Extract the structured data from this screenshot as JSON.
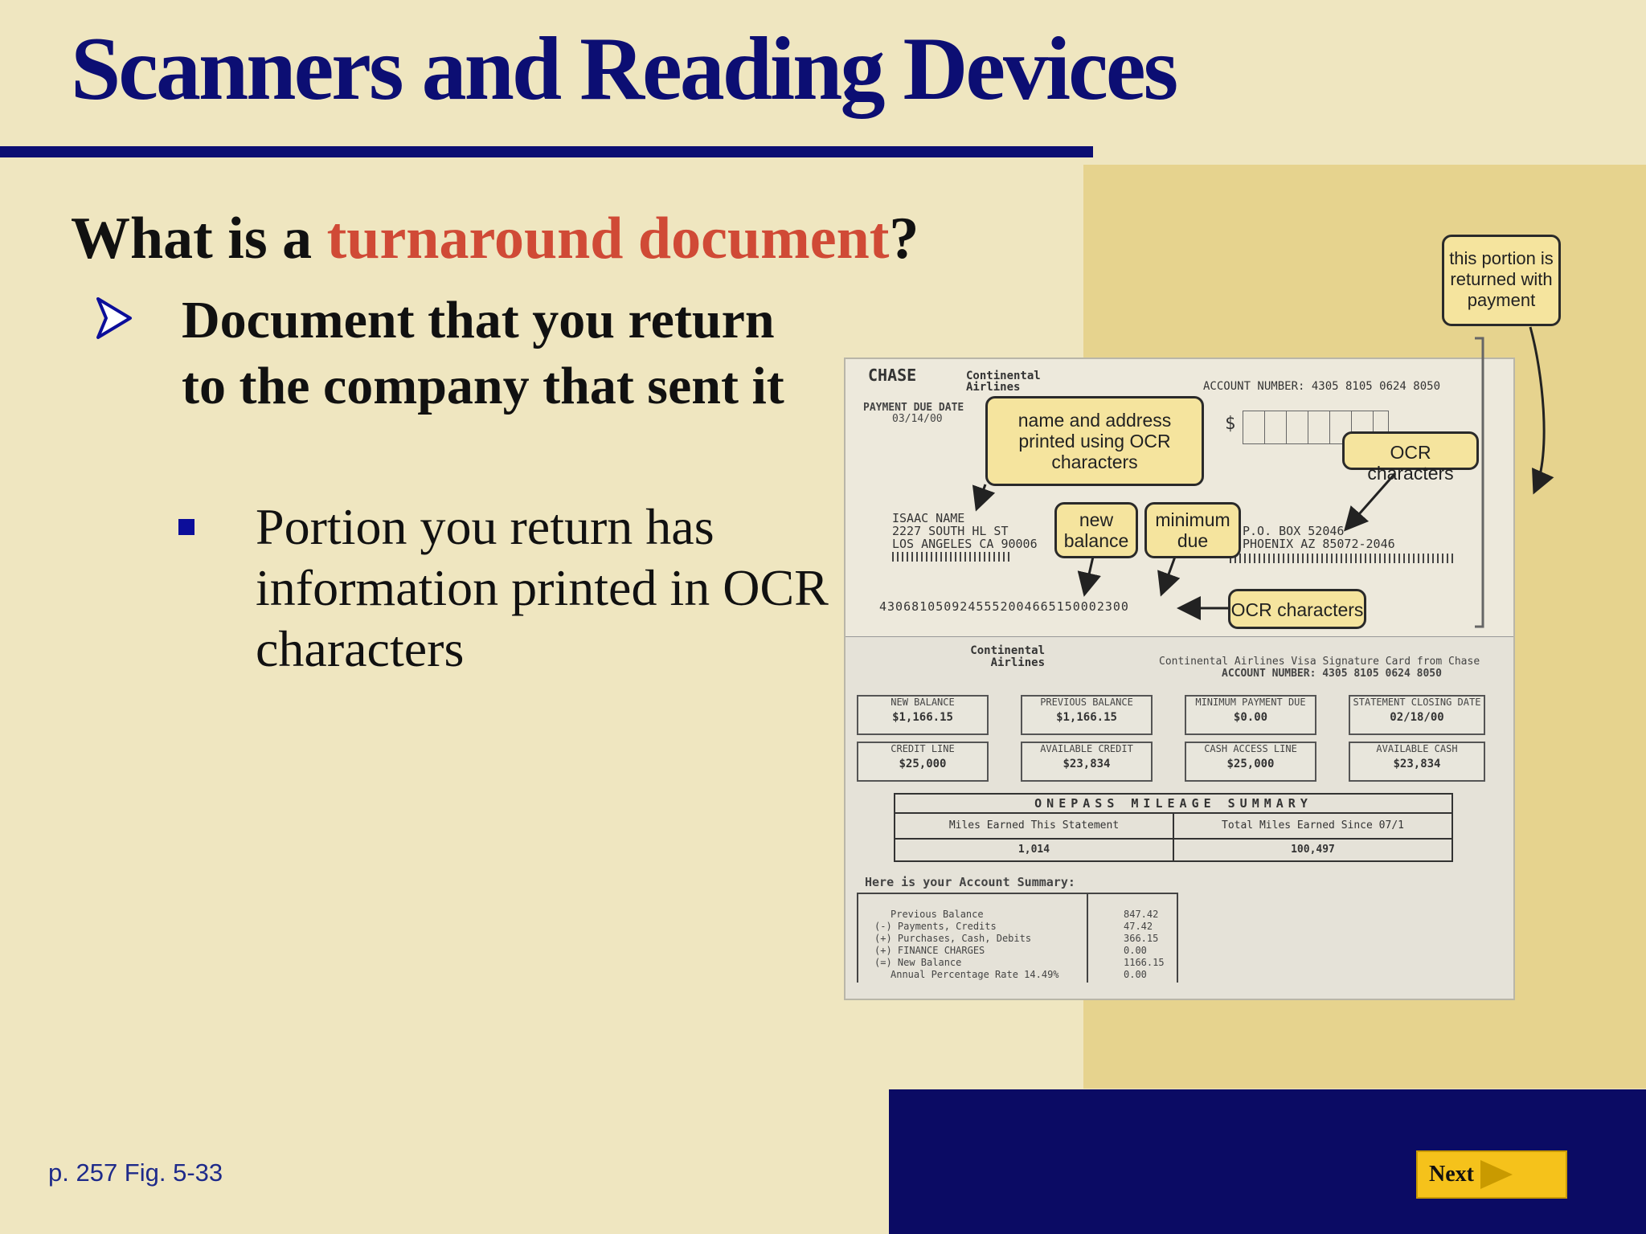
{
  "slide": {
    "title": "Scanners and Reading Devices",
    "question": {
      "prefix": "What is a ",
      "highlight": "turnaround document",
      "suffix": "?"
    },
    "bullet1": "Document that you return to the company that sent it",
    "bullet2": "Portion you return has information printed in OCR characters",
    "caption": "p. 257 Fig. 5-33",
    "next_label": "Next"
  },
  "figure": {
    "callouts": {
      "returned": "this portion is returned with payment",
      "name_address": "name and address printed using OCR characters",
      "ocr_top": "OCR characters",
      "new_balance": "new balance",
      "minimum_due": "minimum due",
      "ocr_bottom": "OCR characters"
    },
    "statement": {
      "bank": "CHASE",
      "airline": "Continental Airlines",
      "account_number": "ACCOUNT NUMBER: 4305 8105 0624 8050",
      "payment_due_label": "PAYMENT DUE DATE",
      "payment_due_date": "03/14/00",
      "dollar_sign": "$",
      "address_line1": "ISAAC NAME",
      "address_line2": "2227 SOUTH HL ST",
      "address_line3": "LOS ANGELES CA 90006",
      "remit_line1": "P.O. BOX 52046",
      "remit_line2": "PHOENIX AZ 85072-2046",
      "ocr_line": "4306810509245552004665150002300",
      "lower_header": "Continental Airlines Visa Signature Card from Chase",
      "lower_account": "ACCOUNT NUMBER: 4305 8105 0624 8050",
      "boxes": [
        {
          "label": "NEW BALANCE",
          "value": "$1,166.15"
        },
        {
          "label": "PREVIOUS BALANCE",
          "value": "$1,166.15"
        },
        {
          "label": "MINIMUM PAYMENT DUE",
          "value": "$0.00"
        },
        {
          "label": "STATEMENT CLOSING DATE",
          "value": "02/18/00"
        },
        {
          "label": "CREDIT LINE",
          "value": "$25,000"
        },
        {
          "label": "AVAILABLE CREDIT",
          "value": "$23,834"
        },
        {
          "label": "CASH ACCESS LINE",
          "value": "$25,000"
        },
        {
          "label": "AVAILABLE CASH",
          "value": "$23,834"
        }
      ],
      "mileage_title": "ONEPASS MILEAGE SUMMARY",
      "mileage_col1": "Miles Earned This Statement",
      "mileage_col2": "Total Miles Earned Since 07/1",
      "mileage_val1": "1,014",
      "mileage_val2": "100,497",
      "summary_title": "Here is your Account Summary:",
      "summary_rows": [
        {
          "label": "Previous Balance",
          "value": "847.42"
        },
        {
          "label": "(-) Payments, Credits",
          "value": "47.42"
        },
        {
          "label": "(+) Purchases, Cash, Debits",
          "value": "366.15"
        },
        {
          "label": "(+) FINANCE CHARGES",
          "value": "0.00"
        },
        {
          "label": "(=) New Balance",
          "value": "1166.15"
        },
        {
          "label": "Annual Percentage Rate 14.49%",
          "value": "0.00"
        }
      ]
    }
  }
}
